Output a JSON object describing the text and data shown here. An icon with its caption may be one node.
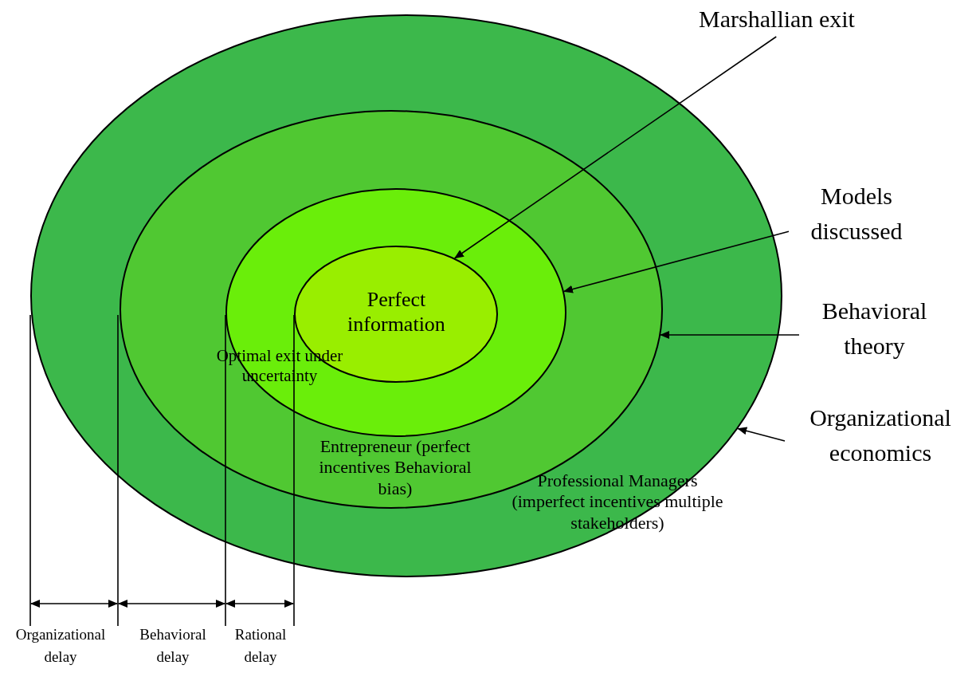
{
  "diagram": {
    "nodes": [
      {
        "text": [
          "Professional Managers (imperfect incentives multiple stakeholders)"
        ]
      },
      {
        "text": [
          "Entrepreneur (perfect incentives Behavioral bias)"
        ],
        "in": 0
      },
      {
        "text": [
          "Optimal exit under uncertainty"
        ],
        "in": 1
      },
      {
        "text": [
          "Perfect information"
        ],
        "in": 2
      },
      {
        "text": [
          "Marshallian exit"
        ]
      },
      {
        "text": [
          "Models discussed"
        ]
      },
      {
        "text": [
          "Behavioral theory"
        ]
      },
      {
        "text": [
          "Organizational economics"
        ]
      }
    ],
    "edges": [
      {
        "from": 4,
        "to": 3,
        "arrow": "to"
      },
      {
        "from": 5,
        "to": 2,
        "arrow": "to"
      },
      {
        "from": 6,
        "to": 1,
        "arrow": "to"
      },
      {
        "from": 7,
        "to": 0,
        "arrow": "to"
      }
    ],
    "labels": [
      "Organizational delay",
      "Behavioral delay",
      "Rational delay"
    ]
  }
}
